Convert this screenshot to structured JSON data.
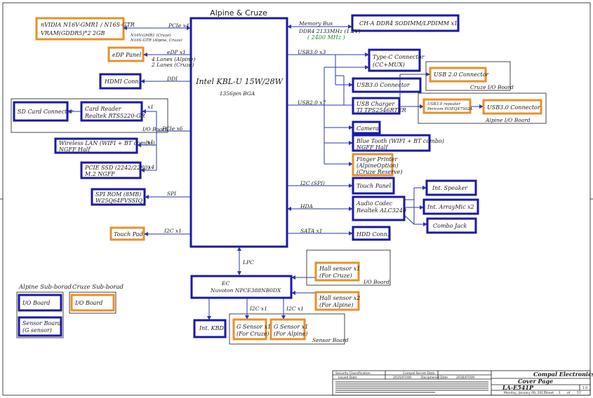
{
  "title": "Alpine & Cruze",
  "cpu": {
    "name": "Intel KBL-U   15W/28W",
    "package": "1356pin BGA"
  },
  "gpu": {
    "line1": "nVIDIA   N16V-GMR1 / N16S-GTR",
    "line2": "VRAM(GDDR5)*2 2GB"
  },
  "edp": {
    "label": "eDP Panel"
  },
  "hdmi": {
    "label": "HDMI Conn."
  },
  "sd": {
    "label": "SD Card Connector"
  },
  "card_reader": {
    "line1": "Card Reader",
    "line2": "Realtek  RTS5220-GR"
  },
  "io_board_left": "I/O Board",
  "wlan": {
    "line1": "Wireless LAN (WIFI + BT combo)",
    "line2": "NGFF Half"
  },
  "ssd": {
    "line1": "PCIE SSD (2242/2280)",
    "line2": "M.2 NGFF"
  },
  "spi_rom": {
    "line1": "SPI ROM (8MB)",
    "line2": "W25Q64FVSSIQ"
  },
  "touchpad": {
    "label": "Touch Pad"
  },
  "ddr": {
    "label": "CH-A DDR4 SODIMM/LPDIMM x1"
  },
  "typec": {
    "line1": "Type-C Connector",
    "line2": "(CC+MUX)"
  },
  "usb2_conn": {
    "label": "USB 2.0 Connector"
  },
  "cruze_io": "Cruze I/O Board",
  "usb3_conn": {
    "label": "USB3.0 Connector"
  },
  "usb_charger": {
    "line1": "USB Charger",
    "line2": "TI TPS2546RTER"
  },
  "usb3_repeater": {
    "line1": "USB3.0 repeater",
    "line2": "Pericom PI3EQX7502A"
  },
  "usb3_conn2": {
    "label": "USB3.0 Connector"
  },
  "alpine_io": "Alpine I/O Board",
  "camera": {
    "label": "Camera"
  },
  "bt": {
    "line1": "Blue Tooth (WIFI + BT combo)",
    "line2": "NGFF Half"
  },
  "fp": {
    "line1": "Finger Printer",
    "line2": "(AlpineOption)",
    "line3": "(Cruze Reserve)"
  },
  "touch_panel": {
    "label": "Touch Panel"
  },
  "audio": {
    "line1": "Audio Codec",
    "line2": "Realtek ALC3240"
  },
  "speaker": {
    "label": "Int. Speaker"
  },
  "mic": {
    "label": "Int. ArrayMic x2"
  },
  "combo_jack": {
    "label": "Combo Jack"
  },
  "hdd": {
    "label": "HDD Conn."
  },
  "ec": {
    "line1": "EC",
    "line2": "Nuvoton   NPCE388NB0DX"
  },
  "kbd": {
    "label": "Int. KBD"
  },
  "gsensor1": {
    "line1": "G Sensor x1",
    "line2": "(For Cruze)"
  },
  "gsensor2": {
    "line1": "G Sensor x1",
    "line2": "(For Alpine)"
  },
  "sensor_board": "Sensor Board",
  "hall1": {
    "line1": "Hall sensor x1",
    "line2": "(For Cruze)"
  },
  "hall2": {
    "line1": "Hall sensor x2",
    "line2": "(For Alpine)"
  },
  "io_board_right": "I/O Board",
  "legend": {
    "alpine_title": "Alpine Sub-borad",
    "cruze_title": "Cruze Sub-borad",
    "alpine_io": "I/O Board",
    "cruze_io": "I/O Board",
    "sensor_line1": "Sensor Board",
    "sensor_line2": "(G sensor)"
  },
  "buses": {
    "pcie_x4": "PCIe x4",
    "gpu_note1": "N16V-GMR1 (Cruze)",
    "gpu_note2": "N16S-GTR      (Alpine, Cruze)",
    "edp_x1": "eDP x1",
    "edp_note1": "4 Lanes (Alpine)",
    "edp_note2": "2 Lanes (Cruze)",
    "ddi": "DDI",
    "pcie_x6": "PCIe x6",
    "x1": "x1",
    "x4": "x4",
    "spi": "SPI",
    "i2c_x1": "I2C x1",
    "memory_bus": "Memory Bus",
    "ddr_speed": "DDR4 2133MHz (1.2V)",
    "ddr_speed2": "( 2400 MHz )",
    "usb3_x3": "USB3.0 x3",
    "usb2_x7": "USB2.0 x7",
    "i2c_spi": "I2C (SPI)",
    "hda": "HDA",
    "sata_x1": "SATA x1",
    "lpc": "LPC",
    "i2c_x1_a": "I2C x1",
    "i2c_x1_b": "I2C x1"
  },
  "title_block": {
    "security": "Security Classification",
    "secret": "Compal Secret Data",
    "issued": "Issued Date",
    "deciphered": "Deciphered Date",
    "date1": "2015/07/09",
    "date2": "2016/07/09",
    "company": "Compal Electronics, Inc.",
    "doc_title": "Cover Page",
    "model": "LA-E541P",
    "rev": "1.0",
    "date_label": "Monday, January 09, 2017",
    "sheet": "Sheet",
    "sheet_no": "1",
    "of": "of",
    "total": "57"
  }
}
